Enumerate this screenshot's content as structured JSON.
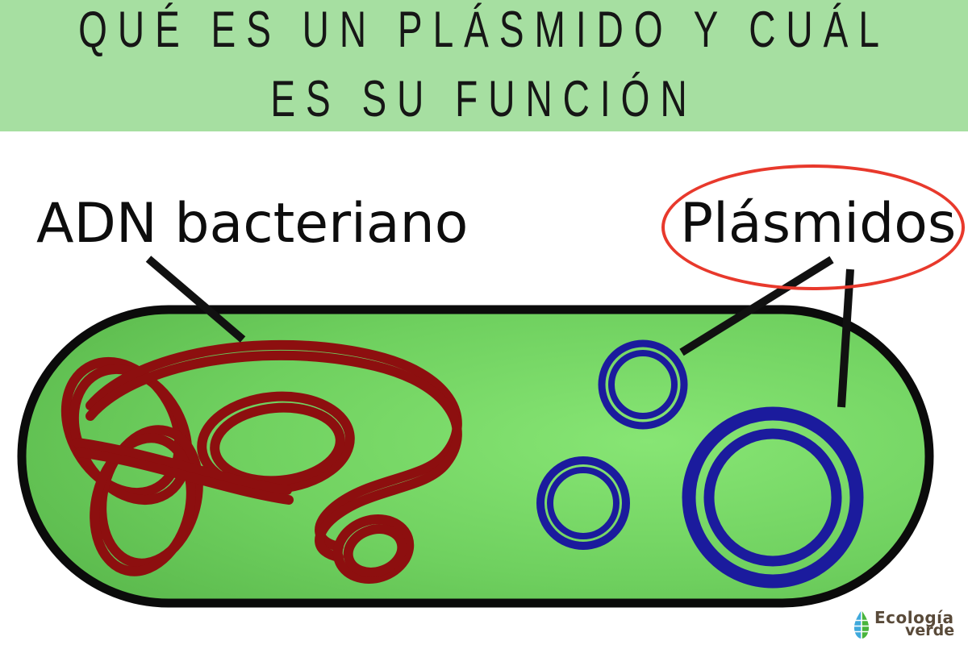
{
  "header": {
    "bg_color": "#a6dfa1",
    "title_line1": "QUÉ ES UN PLÁSMIDO Y CUÁL",
    "title_line2": "ES SU FUNCIÓN"
  },
  "diagram": {
    "label_dna": "ADN bacteriano",
    "label_plasmids": "Plásmidos",
    "colors": {
      "cell_fill_light": "#87e574",
      "cell_fill_mid": "#6fd05f",
      "cell_fill_dark": "#58b64a",
      "cell_outline": "#0b0b0b",
      "dna_strand": "#8d0f0f",
      "plasmid_ring": "#1b1b9d",
      "highlight_ellipse": "#e8392c",
      "pointer_line": "#111111"
    }
  },
  "logo": {
    "text_line1": "Ecología",
    "text_line2": "verde",
    "text_color": "#594a39",
    "leaf_blue": "#3fa9dc",
    "leaf_green": "#49b53c"
  }
}
